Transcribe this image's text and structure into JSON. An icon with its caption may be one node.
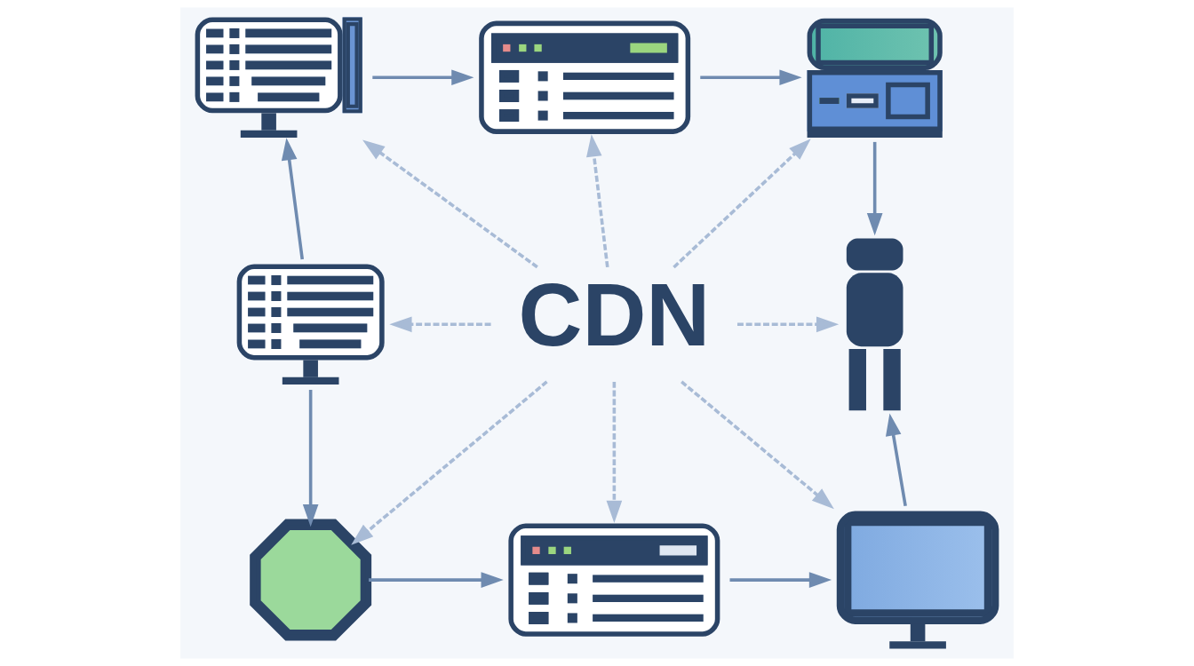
{
  "diagram": {
    "nodes": [
      {
        "text": [],
        "shape": "picture"
      },
      {
        "text": [],
        "shape": "picture"
      },
      {
        "text": [],
        "shape": "picture"
      },
      {
        "text": [],
        "shape": "picture"
      },
      {
        "text": [
          "CDN"
        ]
      },
      {
        "text": [],
        "shape": "person"
      },
      {
        "text": [],
        "shape": "picture"
      },
      {
        "text": [],
        "shape": "picture"
      },
      {
        "text": [],
        "shape": "picture"
      }
    ],
    "edges": [
      {
        "from": 0,
        "to": 1,
        "arrow": "to"
      },
      {
        "from": 1,
        "to": 2,
        "arrow": "to"
      },
      {
        "from": 2,
        "to": 5,
        "arrow": "to"
      },
      {
        "from": 3,
        "to": 0,
        "arrow": "to"
      },
      {
        "from": 3,
        "to": 6,
        "arrow": "to"
      },
      {
        "from": 6,
        "to": 7,
        "arrow": "to"
      },
      {
        "from": 7,
        "to": 8,
        "arrow": "to"
      },
      {
        "from": 8,
        "to": 5,
        "arrow": "to"
      },
      {
        "from": 4,
        "to": 0,
        "arrow": "to",
        "style": "dashed",
        "color": "#a8bbd6"
      },
      {
        "from": 4,
        "to": 1,
        "arrow": "to",
        "style": "dashed",
        "color": "#a8bbd6"
      },
      {
        "from": 4,
        "to": 2,
        "arrow": "to",
        "style": "dashed",
        "color": "#a8bbd6"
      },
      {
        "from": 4,
        "to": 3,
        "arrow": "to",
        "style": "dashed",
        "color": "#a8bbd6"
      },
      {
        "from": 4,
        "to": 5,
        "arrow": "to",
        "style": "dashed",
        "color": "#a8bbd6"
      },
      {
        "from": 4,
        "to": 6,
        "arrow": "to",
        "style": "dashed",
        "color": "#a8bbd6"
      },
      {
        "from": 4,
        "to": 7,
        "arrow": "to",
        "style": "dashed",
        "color": "#a8bbd6"
      },
      {
        "from": 4,
        "to": 8,
        "arrow": "to",
        "style": "dashed",
        "color": "#a8bbd6"
      }
    ]
  }
}
